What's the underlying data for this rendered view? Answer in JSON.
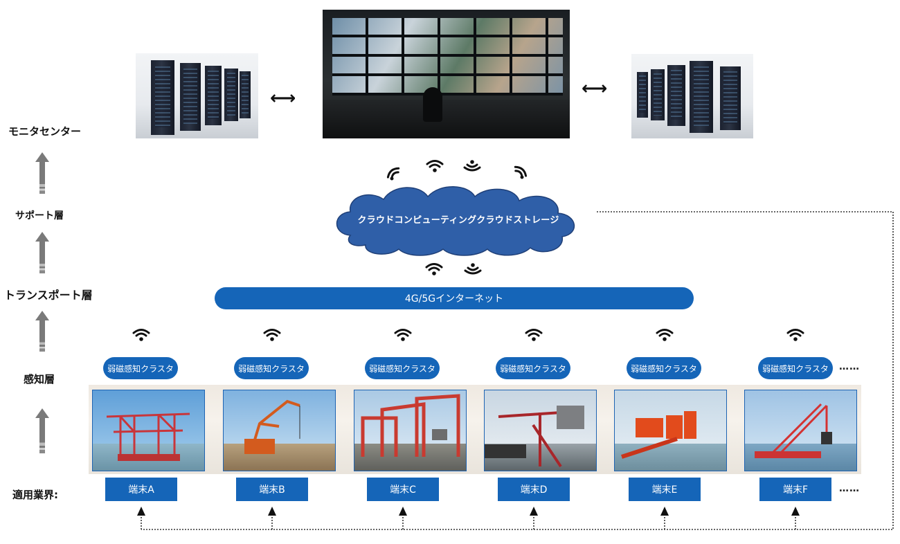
{
  "layers": {
    "monitor_center": "モニタセンター",
    "support": "サポート層",
    "transport": "トランスポート層",
    "sensing": "感知層",
    "applications": "適用業界:"
  },
  "cloud": {
    "label": "クラウドコンピューティングクラウドストレージ"
  },
  "network": {
    "label": "4G/5Gインターネット"
  },
  "clusters": [
    "弱磁感知クラスタ",
    "弱磁感知クラスタ",
    "弱磁感知クラスタ",
    "弱磁感知クラスタ",
    "弱磁感知クラスタ",
    "弱磁感知クラスタ"
  ],
  "terminals": [
    "端末A",
    "端末B",
    "端末C",
    "端末D",
    "端末E",
    "端末F"
  ],
  "ellipsis": "……",
  "colors": {
    "accent_blue": "#1565b8",
    "cloud_blue": "#2f5fa8",
    "arrow_gray": "#7a7a7a"
  },
  "icons": [
    "wifi-icon",
    "up-arrow-icon",
    "double-arrow-icon"
  ]
}
